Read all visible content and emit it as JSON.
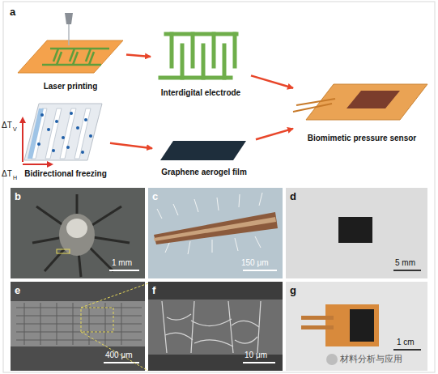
{
  "diagram": {
    "nodes": [
      {
        "text": [
          "Laser printing"
        ]
      },
      {
        "text": [
          "Interdigital electrode"
        ]
      },
      {
        "text": [
          "Biomimetic pressure sensor"
        ]
      },
      {
        "text": [
          "Bidirectional freezing"
        ]
      },
      {
        "text": [
          "Graphene aerogel film"
        ]
      }
    ],
    "edges": [
      {
        "from": 0,
        "to": 1,
        "arrow": "to"
      },
      {
        "from": 1,
        "to": 2,
        "arrow": "to"
      },
      {
        "from": 3,
        "to": 4,
        "arrow": "to"
      },
      {
        "from": 4,
        "to": 2,
        "arrow": "to"
      }
    ],
    "labels": [
      "a",
      "ΔT",
      "V",
      "ΔT",
      "H",
      "b",
      "1 mm",
      "c",
      "150 μm",
      "d",
      "5 mm",
      "e",
      "400 μm",
      "f",
      "10 μm",
      "g",
      "1 cm",
      "材料分析与应用"
    ]
  }
}
